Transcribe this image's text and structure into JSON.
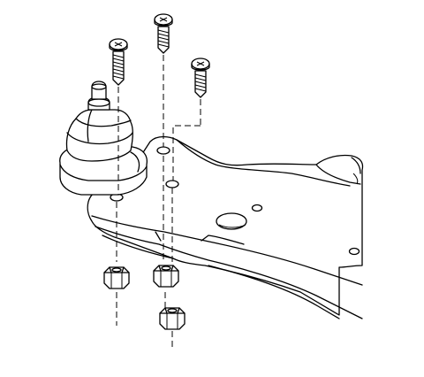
{
  "figure": {
    "description_text": "",
    "parts": [
      {
        "id": "bolt-left",
        "kind": "bolt"
      },
      {
        "id": "bolt-center",
        "kind": "bolt"
      },
      {
        "id": "bolt-right",
        "kind": "bolt"
      },
      {
        "id": "ball-joint",
        "kind": "ball-joint"
      },
      {
        "id": "control-arm",
        "kind": "lower-control-arm"
      },
      {
        "id": "nut-left",
        "kind": "nut"
      },
      {
        "id": "nut-center",
        "kind": "nut"
      },
      {
        "id": "nut-lower",
        "kind": "nut"
      }
    ]
  }
}
